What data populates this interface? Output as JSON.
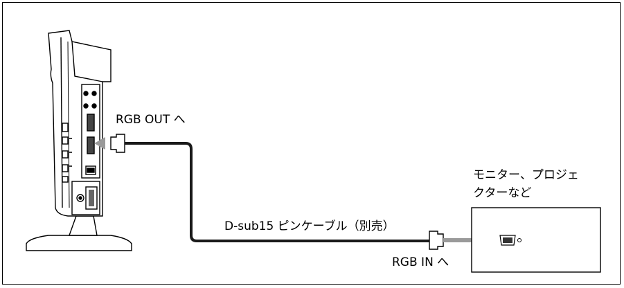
{
  "labels": {
    "rgb_out": "RGB OUT へ",
    "rgb_in": "RGB IN へ",
    "cable": "D-sub15 ピンケーブル（別売）",
    "destination_line1": "モニター、プロジェ",
    "destination_line2": "クターなど"
  },
  "colors": {
    "line": "#000000",
    "cable": "#1a1a1a",
    "arrow": "#9a9a9a",
    "device_fill": "#ffffff"
  }
}
